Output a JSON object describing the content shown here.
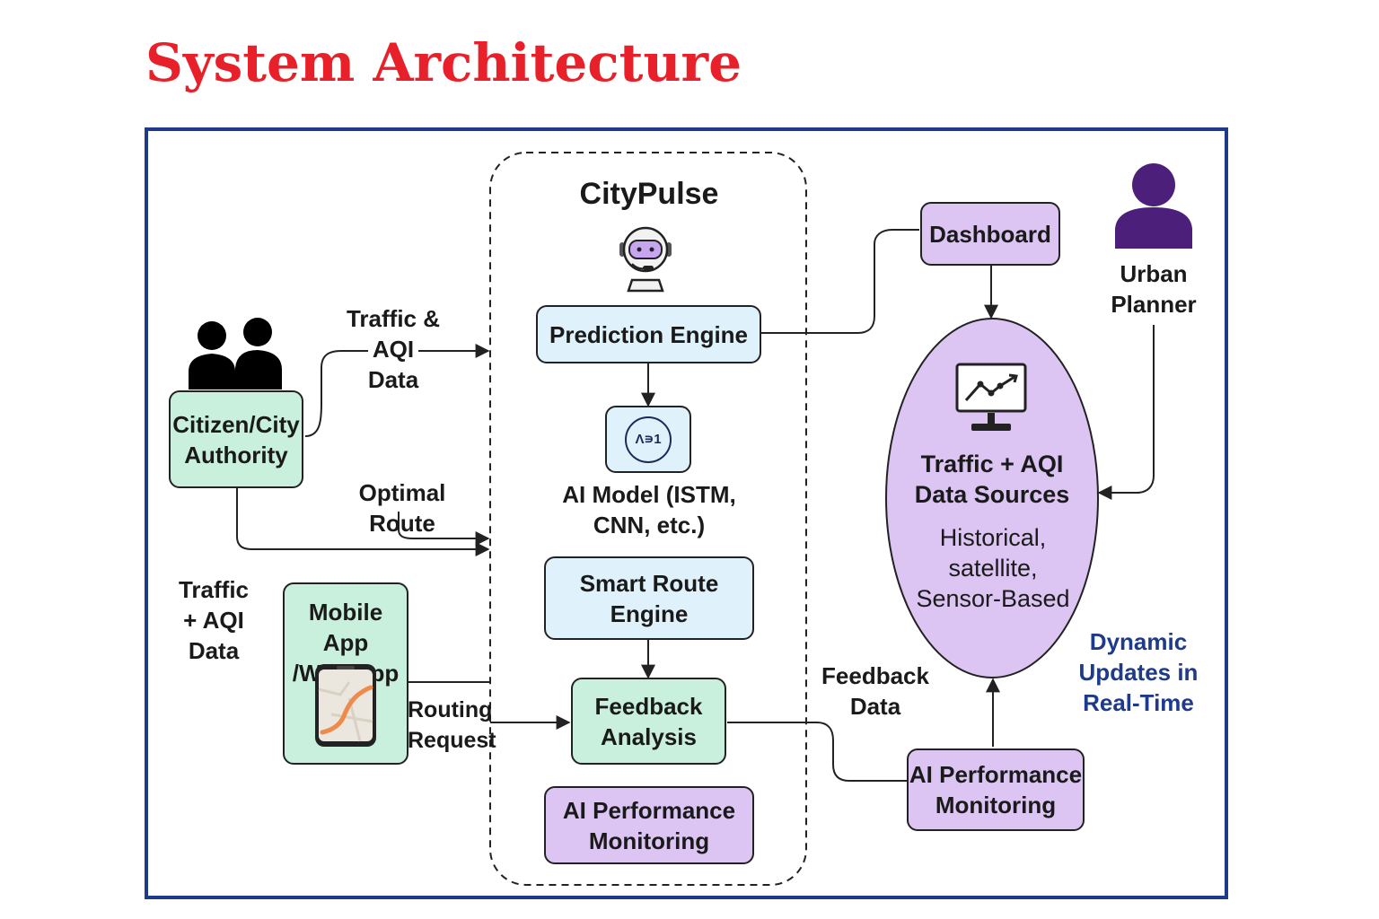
{
  "title": "System Architecture",
  "colors": {
    "title": "#e8202a",
    "frame": "#1e3a8a",
    "blue_box": "#dff1fb",
    "green_box": "#c9f0dd",
    "purple_box": "#dcc4f3",
    "user_icon": "#4b1f7a",
    "dynamic_text": "#1e3a8a"
  },
  "citypulse": {
    "label": "CityPulse",
    "icon": "robot-icon"
  },
  "nodes": {
    "citizen": "Citizen/City\nAuthority",
    "prediction_engine": "Prediction Engine",
    "ai_model_icon_text": "Λ∍1",
    "ai_model_label": "AI Model (ISTM,\nCNN, etc.)",
    "smart_route_engine": "Smart Route\nEngine",
    "feedback_analysis": "Feedback\nAnalysis",
    "ai_performance_inner": "AI Performance\nMonitoring",
    "mobile_app": "Mobile App\n/Web App",
    "dashboard": "Dashboard",
    "data_sources_title": "Traffic + AQI\nData Sources",
    "data_sources_detail": "Historical,\nsatellite,\nSensor-Based",
    "ai_performance_outer": "AI Performance\nMonitoring",
    "urban_planner": "Urban\nPlanner"
  },
  "edge_labels": {
    "traffic_aqi_data": "Traffic & AQI\nData",
    "optimal_route": "Optimal Route",
    "traffic_aqi_left": "Traffic\n+ AQI\nData",
    "routing_request": "Routing\nRequest",
    "feedback_data": "Feedback\nData",
    "dynamic_updates": "Dynamic\nUpdates in\nReal-Time"
  }
}
